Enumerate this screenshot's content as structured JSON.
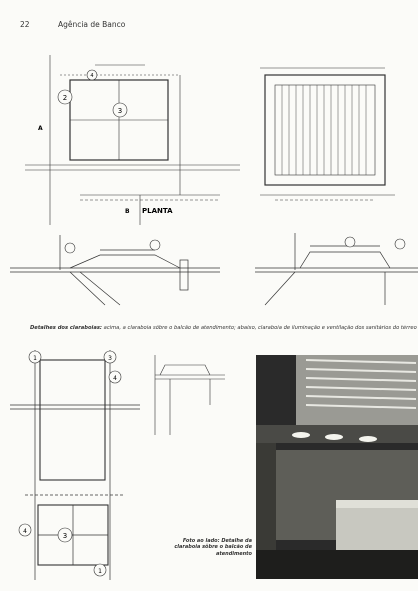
{
  "header": {
    "page_number": "22",
    "title": "Agência de Banco"
  },
  "plan_labels": {
    "planta": "PLANTA",
    "section_a": "A",
    "section_b": "B",
    "circle_1": "1",
    "circle_2": "2",
    "circle_3": "3",
    "circle_4": "4"
  },
  "caption": {
    "lead": "Detalhes dos claraboias:",
    "text": " acima, a claraboia sôbre o balcão de atendimento; abaixo, claraboia de iluminação e ventilação dos sanitários do térreo"
  },
  "photo_caption": {
    "text": "Foto ao lado: Detalhe da claraboia sôbre o balcão de atendimento"
  }
}
